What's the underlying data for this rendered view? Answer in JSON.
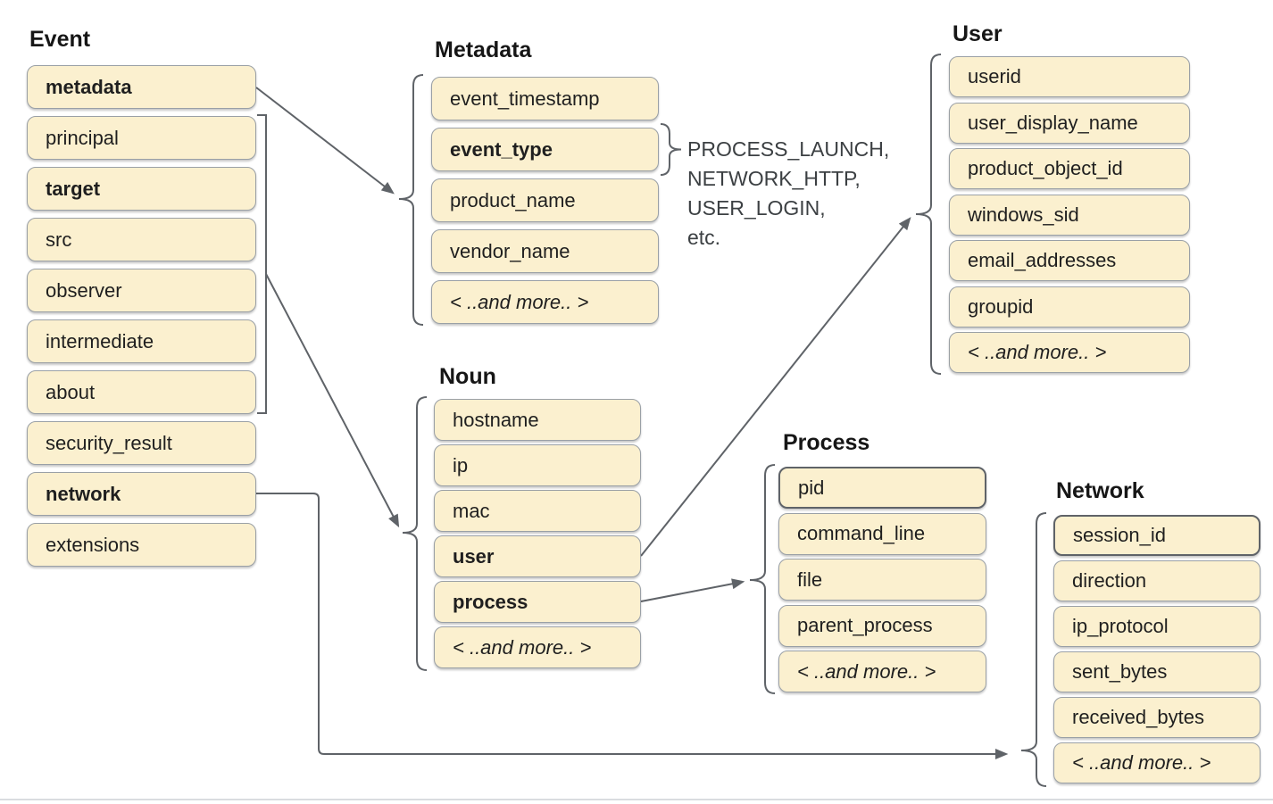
{
  "groups": [
    {
      "name": "Event",
      "items": [
        {
          "label": "metadata",
          "bold": true
        },
        {
          "label": "principal",
          "bold": false
        },
        {
          "label": "target",
          "bold": true
        },
        {
          "label": "src",
          "bold": false
        },
        {
          "label": "observer",
          "bold": false
        },
        {
          "label": "intermediate",
          "bold": false
        },
        {
          "label": "about",
          "bold": false
        },
        {
          "label": "security_result",
          "bold": false
        },
        {
          "label": "network",
          "bold": true
        },
        {
          "label": "extensions",
          "bold": false
        }
      ]
    },
    {
      "name": "Metadata",
      "items": [
        {
          "label": "event_timestamp",
          "bold": false
        },
        {
          "label": "event_type",
          "bold": true
        },
        {
          "label": "product_name",
          "bold": false
        },
        {
          "label": "vendor_name",
          "bold": false
        },
        {
          "label": "< ..and more.. >",
          "bold": false,
          "italic": true
        }
      ]
    },
    {
      "name": "Noun",
      "items": [
        {
          "label": "hostname",
          "bold": false
        },
        {
          "label": "ip",
          "bold": false
        },
        {
          "label": "mac",
          "bold": false
        },
        {
          "label": "user",
          "bold": true
        },
        {
          "label": "process",
          "bold": true
        },
        {
          "label": "< ..and more.. >",
          "bold": false,
          "italic": true
        }
      ]
    },
    {
      "name": "User",
      "items": [
        {
          "label": "userid",
          "bold": false
        },
        {
          "label": "user_display_name",
          "bold": false
        },
        {
          "label": "product_object_id",
          "bold": false
        },
        {
          "label": "windows_sid",
          "bold": false
        },
        {
          "label": "email_addresses",
          "bold": false
        },
        {
          "label": "groupid",
          "bold": false
        },
        {
          "label": "< ..and more.. >",
          "bold": false,
          "italic": true
        }
      ]
    },
    {
      "name": "Process",
      "items": [
        {
          "label": "pid",
          "bold": false,
          "dark_border": true
        },
        {
          "label": "command_line",
          "bold": false
        },
        {
          "label": "file",
          "bold": false
        },
        {
          "label": "parent_process",
          "bold": false
        },
        {
          "label": "< ..and more.. >",
          "bold": false,
          "italic": true
        }
      ]
    },
    {
      "name": "Network",
      "items": [
        {
          "label": "session_id",
          "bold": false,
          "dark_border": true
        },
        {
          "label": "direction",
          "bold": false
        },
        {
          "label": "ip_protocol",
          "bold": false
        },
        {
          "label": "sent_bytes",
          "bold": false
        },
        {
          "label": "received_bytes",
          "bold": false
        },
        {
          "label": "< ..and more.. >",
          "bold": false,
          "italic": true
        }
      ]
    }
  ],
  "annotation": {
    "lines": [
      "PROCESS_LAUNCH,",
      "NETWORK_HTTP,",
      "USER_LOGIN,",
      "etc."
    ]
  },
  "colors": {
    "box_fill": "#fbf0cf",
    "box_border": "#9aa0a6",
    "box_border_dark": "#5f6368",
    "connector": "#5f6368",
    "text": "#1f1f1f",
    "title": "#161616",
    "annotation": "#3c4043",
    "divider": "#dadce0"
  }
}
